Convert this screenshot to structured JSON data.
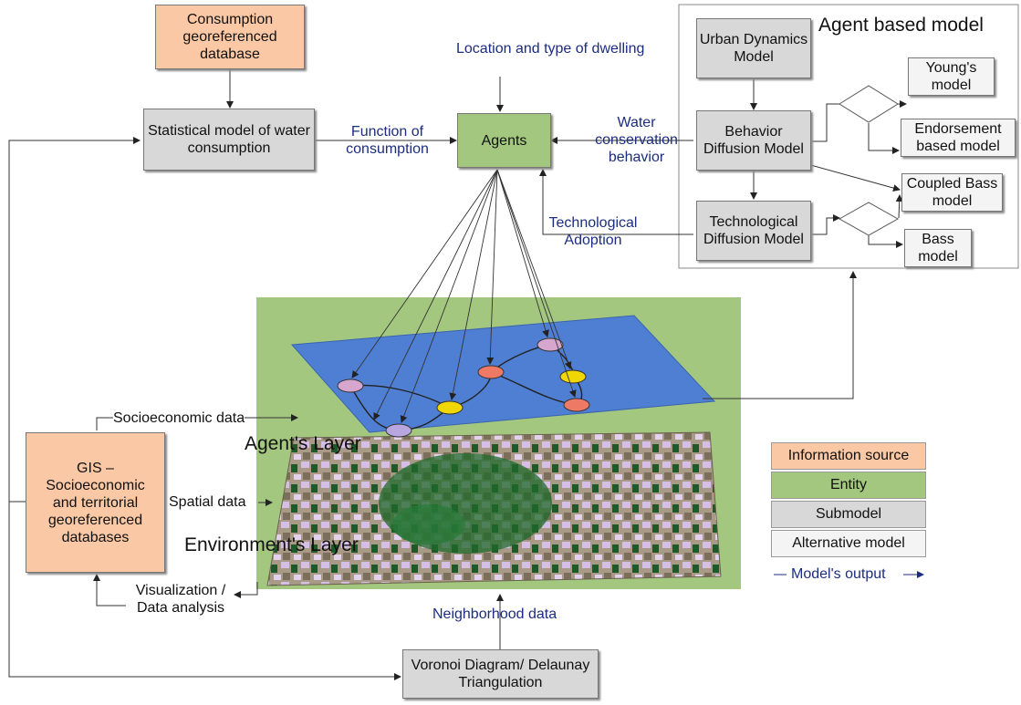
{
  "boxes": {
    "consumption_db": "Consumption georeferenced database",
    "statistical_model": "Statistical model of water consumption",
    "agents": "Agents",
    "gis": "GIS – Socioeconomic and territorial georeferenced databases",
    "voronoi": "Voronoi Diagram/ Delaunay Triangulation",
    "urban_dynamics": "Urban Dynamics Model",
    "behavior_diffusion": "Behavior Diffusion Model",
    "technological_diffusion": "Technological Diffusion Model",
    "youngs_model": "Young's model",
    "endorsement_model": "Endorsement based model",
    "coupled_bass": "Coupled Bass model",
    "bass_model": "Bass model"
  },
  "labels": {
    "agent_based_model": "Agent based model",
    "location_dwelling": "Location and type of dwelling",
    "function_consumption": "Function of consumption",
    "water_conservation": "Water conservation behavior",
    "technological_adoption": "Technological Adoption",
    "socioeconomic_data": "Socioeconomic data",
    "spatial_data": "Spatial data",
    "visualization": "Visualization / Data analysis",
    "neighborhood_data": "Neighborhood data",
    "agents_layer": "Agent's Layer",
    "environment_layer": "Environment's Layer"
  },
  "legend": {
    "information_source": "Information source",
    "entity": "Entity",
    "submodel": "Submodel",
    "alternative_model": "Alternative model",
    "models_output": "Model's output"
  },
  "colors": {
    "information_source": "#fac8a4",
    "entity": "#a3c77f",
    "submodel": "#d8d8d8",
    "alternative_model": "#f4f4f4",
    "agent_layer": "#4f7fd2",
    "label_text": "#1c2d80"
  }
}
